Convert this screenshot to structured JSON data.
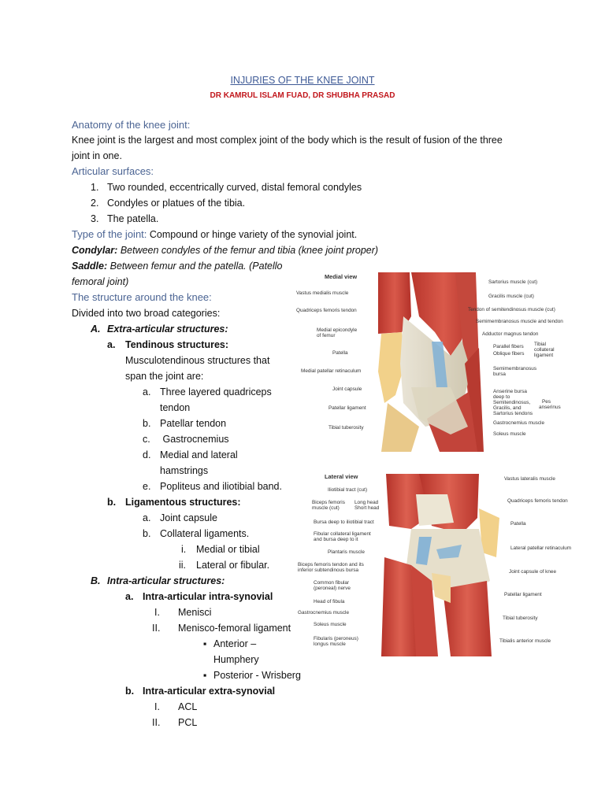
{
  "doc": {
    "title": "INJURIES OF THE KNEE JOINT",
    "authors": "DR KAMRUL ISLAM FUAD, DR SHUBHA PRASAD",
    "anatomy_heading": "Anatomy of the knee joint:",
    "intro_line1": "Knee joint is the largest and most complex joint of the body which is the result of fusion of the three",
    "intro_line2": "joint in one.",
    "articular_heading": "Articular surfaces:",
    "articular_items": [
      {
        "num": "1.",
        "text": "Two rounded, eccentrically curved, distal femoral condyles"
      },
      {
        "num": "2.",
        "text": "Condyles or platues of the tibia."
      },
      {
        "num": "3.",
        "text": "The patella."
      }
    ],
    "type_label": "Type of the joint:",
    "type_text": " Compound or hinge variety of the synovial joint.",
    "condylar_label": "Condylar:",
    "condylar_text": " Between condyles of the femur and tibia (knee joint proper)",
    "saddle_label": "Saddle:",
    "saddle_text1": " Between femur and the patella. (Patello",
    "saddle_text2": "femoral joint)",
    "structure_heading": "The structure around the knee:",
    "divided": "Divided into two broad categories:",
    "A_num": "A.",
    "A_text": "Extra-articular structures:",
    "Aa_num": "a.",
    "Aa_text": "Tendinous structures:",
    "Aa_desc1": "Musculotendinous structures that",
    "Aa_desc2": "span the joint are:",
    "tendinous_items": [
      {
        "num": "a.",
        "text": "Three layered quadriceps"
      },
      {
        "num": "",
        "text": "tendon"
      },
      {
        "num": "b.",
        "text": "Patellar tendon"
      },
      {
        "num": "c.",
        "text": " Gastrocnemius"
      },
      {
        "num": "d.",
        "text": "Medial and lateral"
      },
      {
        "num": "",
        "text": "hamstrings"
      },
      {
        "num": "e.",
        "text": "Popliteus and iliotibial band."
      }
    ],
    "Ab_num": "b.",
    "Ab_text": "Ligamentous structures:",
    "lig_items": [
      {
        "num": "a.",
        "text": "Joint capsule"
      },
      {
        "num": "b.",
        "text": "Collateral ligaments."
      }
    ],
    "coll_items": [
      {
        "num": "i.",
        "text": "Medial or tibial"
      },
      {
        "num": "ii.",
        "text": "Lateral or fibular."
      }
    ],
    "B_num": "B.",
    "B_text": "Intra-articular structures:",
    "Ba_num": "a.",
    "Ba_text": "Intra-articular intra-synovial",
    "Ba_items": [
      {
        "num": "I.",
        "text": "Menisci"
      },
      {
        "num": "II.",
        "text": "Menisco-femoral ligament"
      }
    ],
    "mfl_items": [
      {
        "bullet": "▪",
        "text": "Anterior –"
      },
      {
        "bullet": "",
        "text": "Humphery"
      },
      {
        "bullet": "▪",
        "text": "Posterior - Wrisberg"
      }
    ],
    "Bb_num": "b.",
    "Bb_text": "Intra-articular extra-synovial",
    "Bb_items": [
      {
        "num": "I.",
        "text": "ACL"
      },
      {
        "num": "II.",
        "text": "PCL"
      }
    ]
  },
  "figure_medial": {
    "title": "Medial view",
    "left_labels": [
      "Vastus medialis muscle",
      "Quadriceps femoris tendon",
      "Medial epicondyle",
      "of femur",
      "Patella",
      "Medial patellar retinaculum",
      "Joint capsule",
      "Patellar ligament",
      "Tibial tuberosity"
    ],
    "right_labels": [
      "Sartorius muscle (cut)",
      "Gracilis muscle (cut)",
      "Tendon of semitendinosus muscle (cut)",
      "Semimembranosus muscle and tendon",
      "Adductor magnus tendon",
      "Parallel fibers",
      "Oblique fibers",
      "Tibial",
      "collateral",
      "ligament",
      "Semimembranosus",
      "bursa",
      "Anserine bursa",
      "deep to",
      "Semitendinosus,",
      "Gracilis, and",
      "Sartorius tendons",
      "Pes",
      "anserinus",
      "Gastrocnemius muscle",
      "Soleus muscle"
    ]
  },
  "figure_lateral": {
    "title": "Lateral view",
    "left_labels": [
      "Iliotibial tract (cut)",
      "Biceps femoris",
      "muscle (cut)",
      "Long head",
      "Short head",
      "Bursa deep to iliotibial tract",
      "Fibular collateral ligament",
      "and bursa deep to it",
      "Plantaris muscle",
      "Biceps femoris tendon and its",
      "inferior subtendinous bursa",
      "Common fibular",
      "(peroneal) nerve",
      "Head of fibula",
      "Gastrocnemius muscle",
      "Soleus muscle",
      "Fibularis (peroneus)",
      "longus muscle"
    ],
    "right_labels": [
      "Vastus lateralis muscle",
      "Quadriceps femoris tendon",
      "Patella",
      "Lateral patellar retinaculum",
      "Joint capsule of knee",
      "Patellar ligament",
      "Tibial tuberosity",
      "Tibialis anterior muscle"
    ]
  },
  "colors": {
    "heading": "#4b6493",
    "authors": "#c1171c",
    "title": "#3e5a96",
    "muscle": "#c9463b",
    "tendon": "#e8e2cf",
    "ligament": "#7fb0d6",
    "bone": "#f2d18a"
  }
}
